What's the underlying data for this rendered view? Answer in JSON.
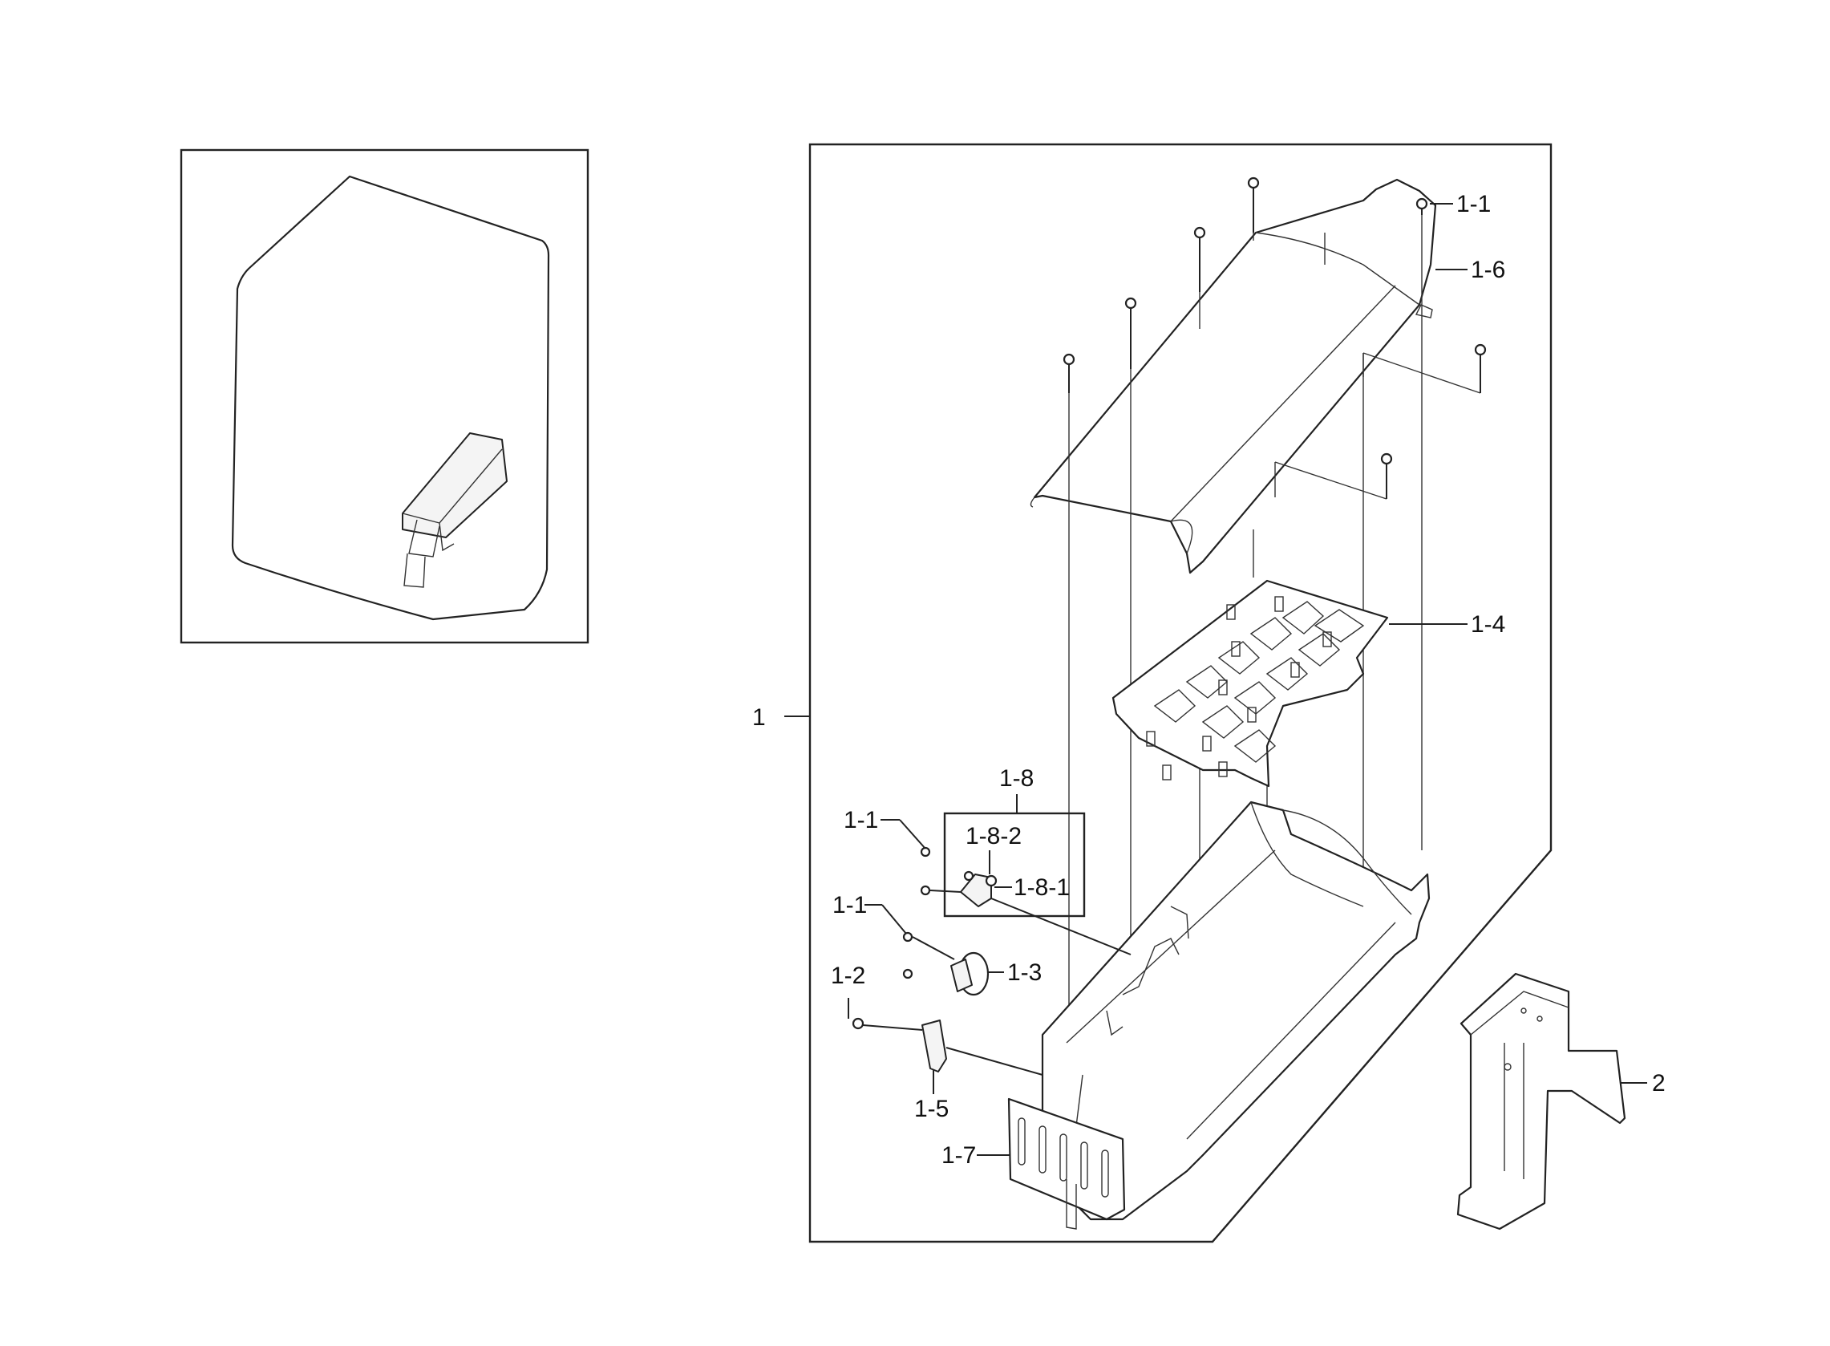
{
  "labels": {
    "l_1_1_top": "1-1",
    "l_1_6": "1-6",
    "l_1_4": "1-4",
    "l_1": "1",
    "l_1_8": "1-8",
    "l_1_1_a": "1-1",
    "l_1_8_2": "1-8-2",
    "l_1_8_1": "1-8-1",
    "l_1_1_b": "1-1",
    "l_1_3": "1-3",
    "l_1_2": "1-2",
    "l_1_5": "1-5",
    "l_1_7": "1-7",
    "l_2": "2"
  }
}
